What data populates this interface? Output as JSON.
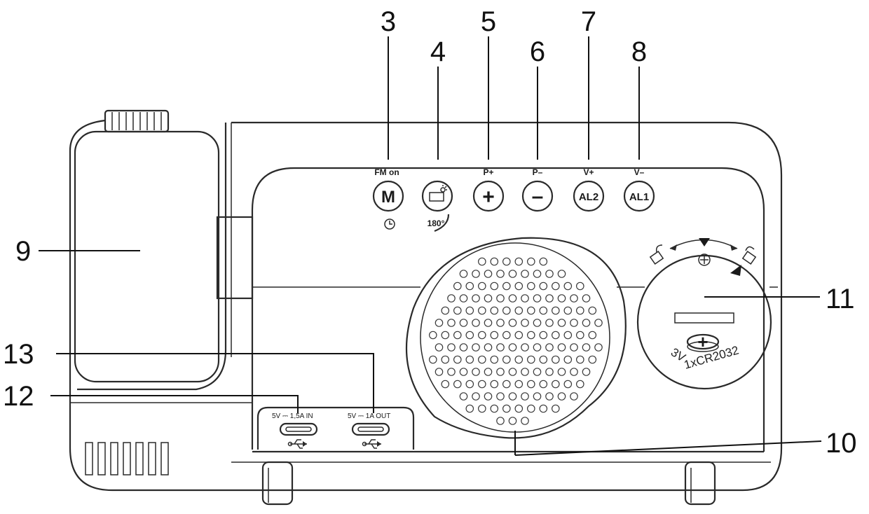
{
  "callouts": {
    "c3": "3",
    "c4": "4",
    "c5": "5",
    "c6": "6",
    "c7": "7",
    "c8": "8",
    "c9": "9",
    "c10": "10",
    "c11": "11",
    "c12": "12",
    "c13": "13"
  },
  "buttons": {
    "mode": {
      "top": "FM on",
      "face": "M"
    },
    "projection": {
      "bottom": "180°"
    },
    "preset_up": {
      "top": "P+",
      "face": "+"
    },
    "preset_down": {
      "top": "P–",
      "face": "–"
    },
    "alarm2": {
      "top": "V+",
      "face": "AL2"
    },
    "alarm1": {
      "top": "V–",
      "face": "AL1"
    }
  },
  "ports": {
    "usb_in": "5V ⎓ 1,5A IN",
    "usb_out": "5V ⎓ 1A OUT"
  },
  "battery": {
    "positive": "+",
    "voltage": "3V",
    "type": "1xCR2032"
  }
}
